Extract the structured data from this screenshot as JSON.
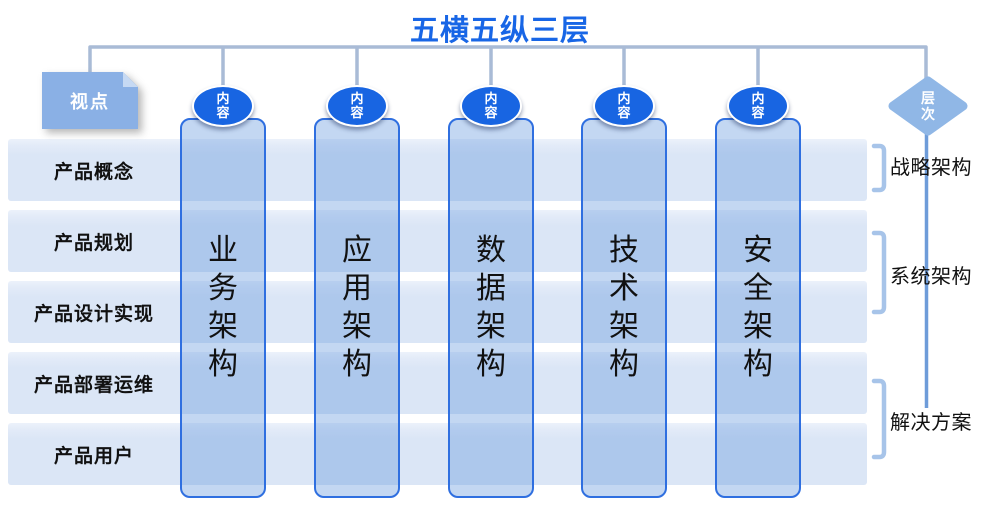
{
  "title": "五横五纵三层",
  "viewpoint": {
    "label": "视点"
  },
  "level": {
    "label": "层次"
  },
  "rows": [
    {
      "label": "产品概念"
    },
    {
      "label": "产品规划"
    },
    {
      "label": "产品设计实现"
    },
    {
      "label": "产品部署运维"
    },
    {
      "label": "产品用户"
    }
  ],
  "columns": [
    {
      "badge": "内容",
      "label": "业务架构"
    },
    {
      "badge": "内容",
      "label": "应用架构"
    },
    {
      "badge": "内容",
      "label": "数据架构"
    },
    {
      "badge": "内容",
      "label": "技术架构"
    },
    {
      "badge": "内容",
      "label": "安全架构"
    }
  ],
  "layers": [
    {
      "label": "战略架构"
    },
    {
      "label": "系统架构"
    },
    {
      "label": "解决方案"
    }
  ],
  "colors": {
    "title": "#1866E6",
    "connector": "#A9BBD6",
    "level_line": "#6E9CD9",
    "ellipse_fill": "#1865E2",
    "column_border": "#2F6FE0",
    "column_fill": "rgba(105,155,222,0.40)",
    "row_fill": "#DBE6F6",
    "badge_fill": "#8AB0E5",
    "badge_fold": "#C6D9F3",
    "diamond_fill": "#90B7E6",
    "bracket": "#A7C4E9",
    "text": "#111111"
  }
}
